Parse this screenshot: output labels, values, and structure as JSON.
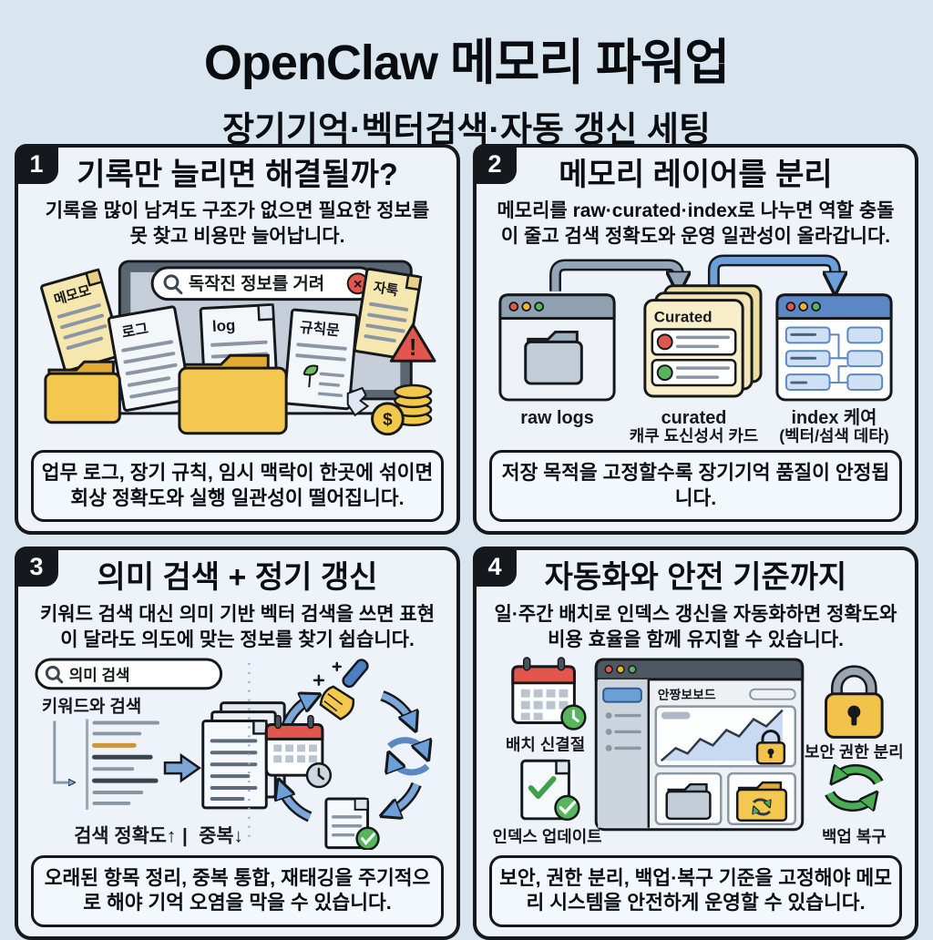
{
  "header": {
    "title": "OpenClaw 메모리 파워업",
    "subtitle": "장기기억·벡터검색·자동 갱신 세팅"
  },
  "panel1": {
    "number": "1",
    "title": "기록만 늘리면 해결될까?",
    "body": "기록을 많이 남겨도 구조가 없으면 필요한 정보를 못 찾고 비용만 늘어납니다.",
    "search_text": "독작진 정보를 거려",
    "doc_memo": "메모모",
    "doc_log_kr": "로그",
    "doc_log_en": "log",
    "doc_rules": "규칙문",
    "doc_note": "자툭",
    "warning_glyph": "!",
    "dollar_glyph": "$",
    "close_glyph": "✕",
    "footer": "업무 로그, 장기 규칙, 임시 맥락이 한곳에 섞이면 회상 정확도와 실행 일관성이 떨어집니다."
  },
  "panel2": {
    "number": "2",
    "title": "메모리 레이어를 분리",
    "body": "메모리를 raw·curated·index로 나누면 역할 충돌이 줄고 검색 정확도와 운영 일관성이 올라갑니다.",
    "card_title": "Curated",
    "label_raw": "raw logs",
    "label_curated_1": "curated",
    "label_curated_2": "캐쿠 됴신성서 카드",
    "label_index_1": "index 케여",
    "label_index_2": "(벡터/섬색 데타)",
    "footer": "저장 목적을 고정할수록 장기기억 품질이 안정됩니다."
  },
  "panel3": {
    "number": "3",
    "title": "의미 검색 + 정기 갱신",
    "body": "키워드 검색 대신 의미 기반 벡터 검색을 쓰면 표현이 달라도 의도에 맞는 정보를 찾기 쉽습니다.",
    "search_text": "의미 검색",
    "keyword_label": "키워드와 검색",
    "metric_accuracy": "검색 정확도↑",
    "metric_sep": "|",
    "metric_dup": "중복↓",
    "footer": "오래된 항목 정리, 중복 통합, 재태깅을 주기적으로 해야 기억 오염을 막을 수 있습니다."
  },
  "panel4": {
    "number": "4",
    "title": "자동화와 안전 기준까지",
    "body": "일·주간 배치로 인덱스 갱신을 자동화하면 정확도와 비용 효율을 함께 유지할 수 있습니다.",
    "label_batch": "배치 신결절",
    "label_index_update": "인덱스 업데이트",
    "dashboard_title": "안짱보보드",
    "label_security": "보안 권한 분리",
    "label_backup": "백업 복구",
    "footer": "보안, 권한 분리, 백업·복구 기준을 고정해야 메모리 시스템을 안전하게 운영할 수 있습니다."
  },
  "colors": {
    "page_bg": "#d9e6ef",
    "panel_bg": "#edf3f8",
    "ink": "#15181c",
    "doc_yellow": "#f6e7ae",
    "folder_yellow": "#f4c751",
    "alert_red": "#e2574c",
    "coin_gold": "#f2c84b",
    "arrow_blue": "#6d9fd8",
    "arrow_gray": "#93a5b6",
    "ok_green": "#4cae54",
    "window_gray": "#8fa0b0",
    "window_blue": "#5b88c4"
  }
}
